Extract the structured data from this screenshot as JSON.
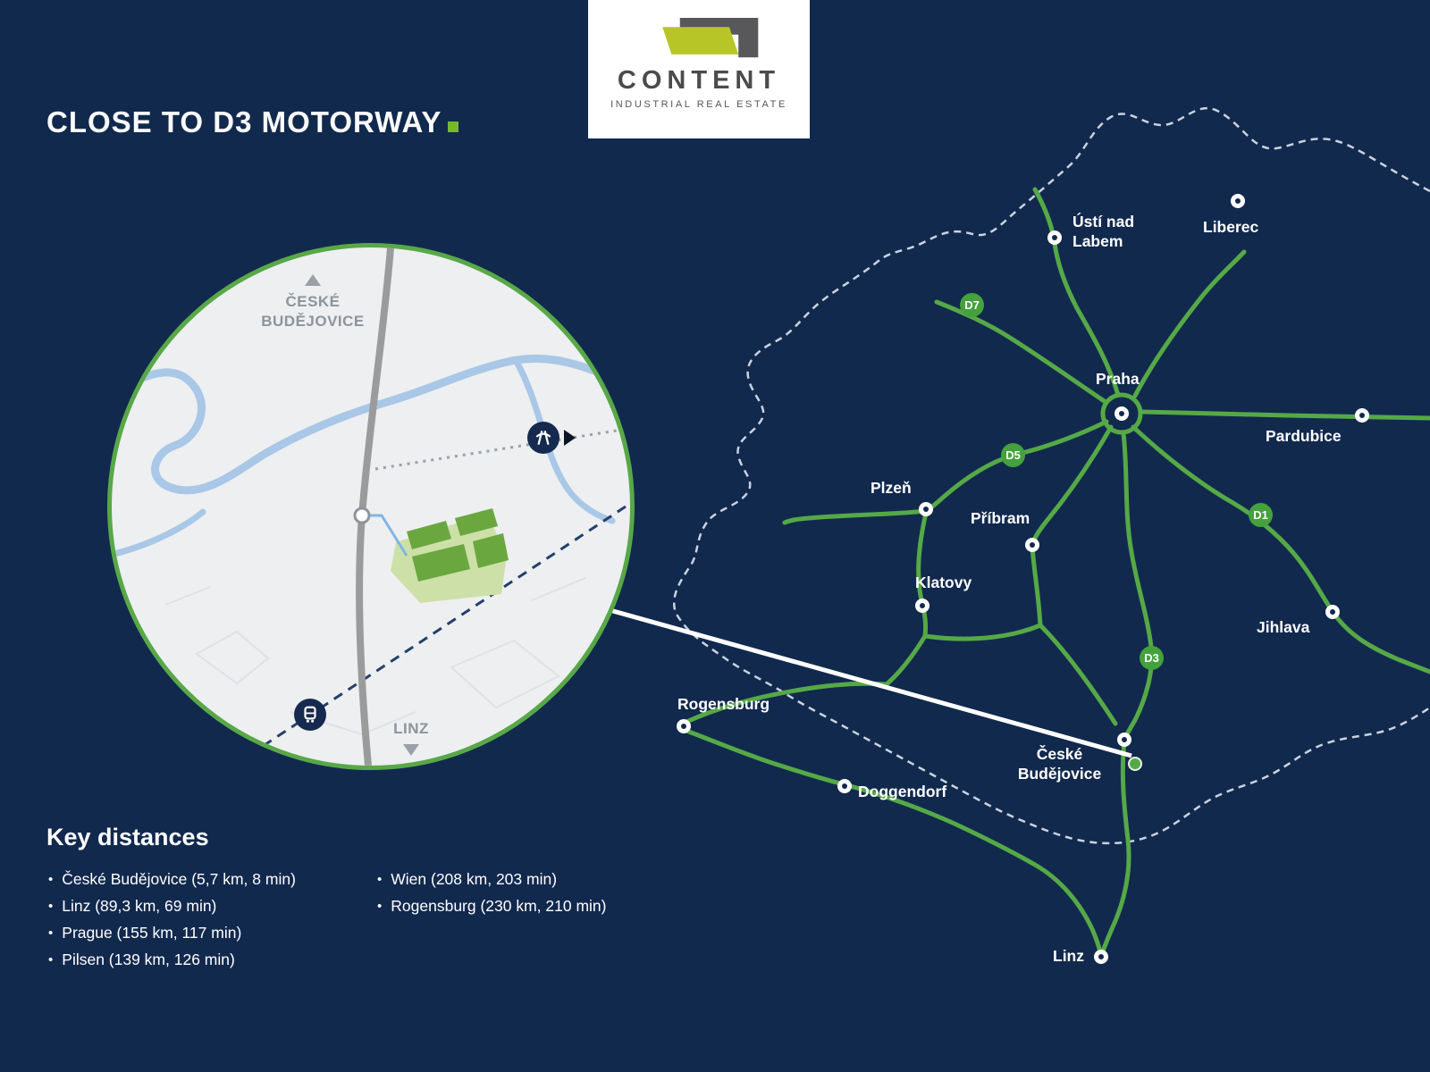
{
  "title": {
    "text": "CLOSE TO D3 MOTORWAY"
  },
  "logo": {
    "name": "CONTENT",
    "tagline": "INDUSTRIAL REAL ESTATE"
  },
  "inset": {
    "city_top": "ČESKÉ BUDĚJOVICE",
    "city_bottom": "LINZ"
  },
  "map": {
    "cities": [
      {
        "id": "usti",
        "label": "Ústí nad Labem"
      },
      {
        "id": "liberec",
        "label": "Liberec"
      },
      {
        "id": "praha",
        "label": "Praha"
      },
      {
        "id": "pardubice",
        "label": "Pardubice"
      },
      {
        "id": "plzen",
        "label": "Plzeň"
      },
      {
        "id": "pribram",
        "label": "Příbram"
      },
      {
        "id": "klatovy",
        "label": "Klatovy"
      },
      {
        "id": "jihlava",
        "label": "Jihlava"
      },
      {
        "id": "ceske-budejovice",
        "label": "České Budějovice"
      },
      {
        "id": "rogensburg",
        "label": "Rogensburg"
      },
      {
        "id": "doggendorf",
        "label": "Doggendorf"
      },
      {
        "id": "linz",
        "label": "Linz"
      }
    ],
    "motorway_badges": [
      {
        "label": "D7"
      },
      {
        "label": "D5"
      },
      {
        "label": "D1"
      },
      {
        "label": "D3"
      }
    ]
  },
  "key_distances": {
    "heading": "Key distances",
    "col1": [
      "České Budějovice (5,7 km, 8 min)",
      "Linz (89,3 km, 69 min)",
      "Prague (155 km, 117 min)",
      "Pilsen (139 km, 126 min)"
    ],
    "col2": [
      "Wien (208 km, 203 min)",
      "Rogensburg (230 km, 210 min)"
    ]
  },
  "colors": {
    "background_navy": "#12294e",
    "road_green": "#55a946",
    "accent_green": "#76b82a"
  }
}
